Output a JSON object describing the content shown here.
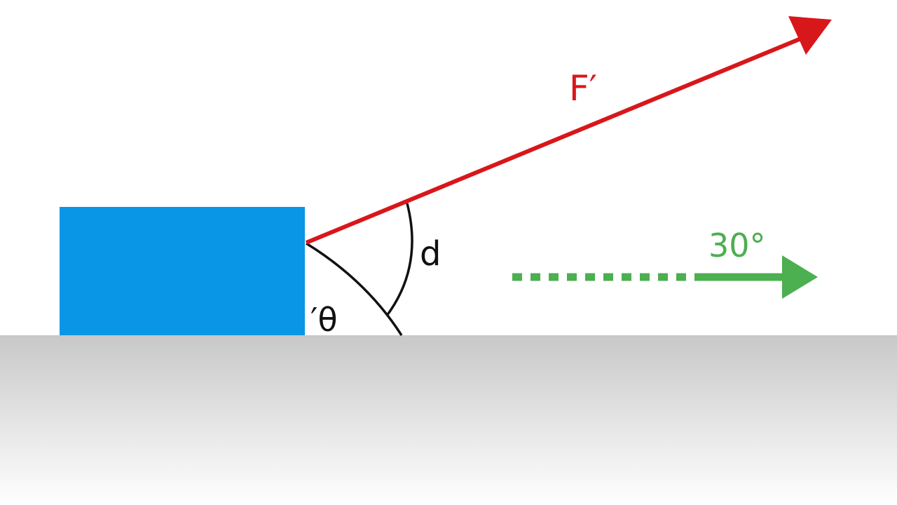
{
  "labels": {
    "force": "F′",
    "d": "d",
    "theta": "′θ",
    "angle": "30°"
  },
  "colors": {
    "block": "#0a96e6",
    "force": "#d8171b",
    "arc": "#111111",
    "motion": "#4caf50",
    "ground_top": "#c8c8c8",
    "ground_bottom": "#ffffff",
    "background": "#ffffff"
  },
  "icons": {
    "force_arrow": "arrow-right-up-icon",
    "motion_arrow": "arrow-right-dashed-icon"
  }
}
